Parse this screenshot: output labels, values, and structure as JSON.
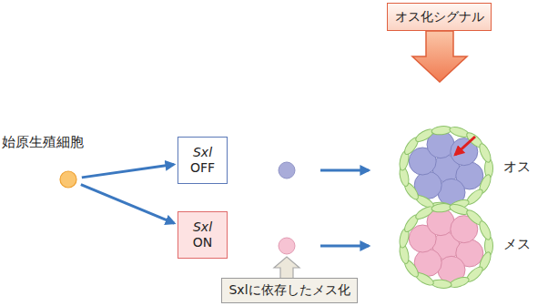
{
  "diagram": {
    "nodes": [
      {
        "text": [
          "オス化シグナル"
        ]
      },
      {
        "text": [
          "始原生殖細胞"
        ]
      },
      {
        "text": [
          "Sxl",
          "OFF"
        ]
      },
      {
        "text": [
          "Sxl",
          "ON"
        ]
      },
      {
        "text": [
          "Sxlに依存したメス化"
        ]
      }
    ],
    "edges": [
      {
        "from": 1,
        "to": 2,
        "arrow": "to"
      },
      {
        "from": 1,
        "to": 3,
        "arrow": "to"
      }
    ],
    "labels": [
      "オス",
      "メス"
    ]
  }
}
